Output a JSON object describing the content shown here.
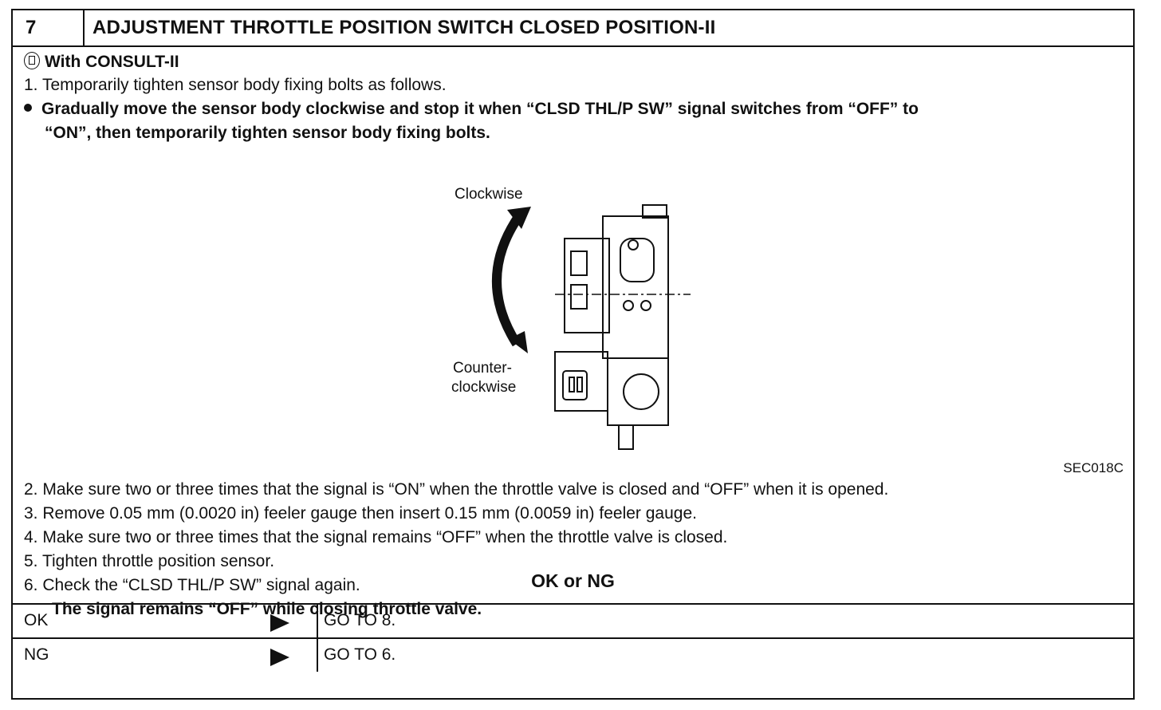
{
  "header": {
    "step": "7",
    "title": "ADJUSTMENT THROTTLE POSITION SWITCH CLOSED POSITION-II"
  },
  "intro": {
    "consult_icon": "consult-icon",
    "consult_label": "With CONSULT-II",
    "step1": "1.  Temporarily tighten sensor body fixing bolts as follows.",
    "bullet_line1": "Gradually move the sensor body clockwise and stop it when “CLSD THL/P SW” signal switches from “OFF” to",
    "bullet_line2": "“ON”, then temporarily tighten sensor body fixing bolts."
  },
  "figure": {
    "label_clockwise": "Clockwise",
    "label_counter1": "Counter-",
    "label_counter2": "clockwise",
    "code": "SEC018C"
  },
  "steps": [
    "2.  Make sure two or three times that the signal is “ON” when the throttle valve is closed and “OFF” when it is opened.",
    "3.  Remove 0.05 mm (0.0020 in) feeler gauge then insert 0.15 mm (0.0059 in) feeler gauge.",
    "4.  Make sure two or three times that the signal remains “OFF” when the throttle valve is closed.",
    "5.  Tighten throttle position sensor.",
    "6.  Check the “CLSD THL/P SW” signal again."
  ],
  "expected": "The signal remains “OFF” while closing throttle valve.",
  "ok_or_ng": "OK or NG",
  "results": [
    {
      "label": "OK",
      "arrow_icon": "right-triangle-icon",
      "action": "GO TO 8."
    },
    {
      "label": "NG",
      "arrow_icon": "right-triangle-icon",
      "action": "GO TO 6."
    }
  ]
}
